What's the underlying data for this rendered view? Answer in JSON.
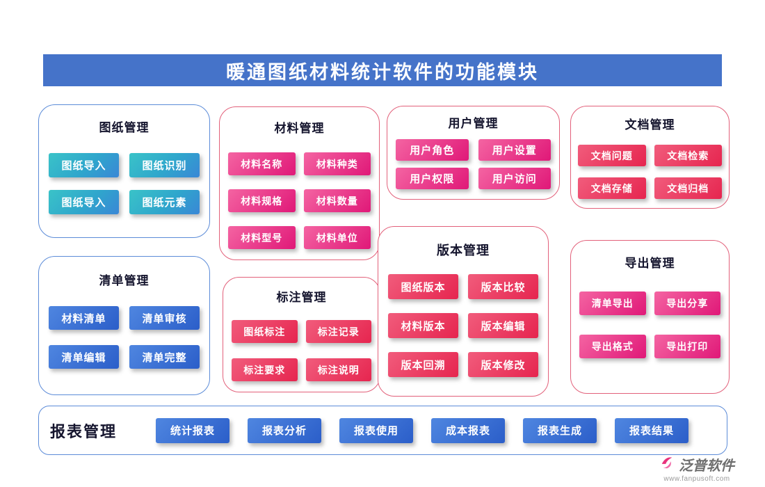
{
  "banner": {
    "title": "暖通图纸材料统计软件的功能模块"
  },
  "modules": [
    {
      "title": "图纸管理",
      "accent": "teal",
      "buttons": [
        "图纸导入",
        "图纸识别",
        "图纸导入",
        "图纸元素"
      ]
    },
    {
      "title": "材料管理",
      "accent": "pink",
      "buttons": [
        "材料名称",
        "材料种类",
        "材料规格",
        "材料数量",
        "材料型号",
        "材料单位"
      ]
    },
    {
      "title": "用户管理",
      "accent": "pink",
      "buttons": [
        "用户角色",
        "用户设置",
        "用户权限",
        "用户访问"
      ]
    },
    {
      "title": "文档管理",
      "accent": "red",
      "buttons": [
        "文档问题",
        "文档检索",
        "文档存储",
        "文档归档"
      ]
    },
    {
      "title": "清单管理",
      "accent": "blue",
      "buttons": [
        "材料清单",
        "清单审核",
        "清单编辑",
        "清单完整"
      ]
    },
    {
      "title": "标注管理",
      "accent": "red",
      "buttons": [
        "图纸标注",
        "标注记录",
        "标注要求",
        "标注说明"
      ]
    },
    {
      "title": "版本管理",
      "accent": "red",
      "buttons": [
        "图纸版本",
        "版本比较",
        "材料版本",
        "版本编辑",
        "版本回溯",
        "版本修改"
      ]
    },
    {
      "title": "导出管理",
      "accent": "pink",
      "buttons": [
        "清单导出",
        "导出分享",
        "导出格式",
        "导出打印"
      ]
    }
  ],
  "report": {
    "title": "报表管理",
    "buttons": [
      "统计报表",
      "报表分析",
      "报表使用",
      "成本报表",
      "报表生成",
      "报表结果"
    ]
  },
  "footer": {
    "brand": "泛普软件",
    "url": "www.fanpusoft.com"
  },
  "palette": {
    "banner_bg": "#4573c9",
    "blue_border": "#5b8bd8",
    "red_border": "#e2607a",
    "teal_gradient_start": "#3ac3c8",
    "teal_gradient_end": "#3a87d6",
    "pink_gradient_start": "#f464a2",
    "pink_gradient_end": "#e01878",
    "red_gradient_start": "#f15c7c",
    "red_gradient_end": "#e6254f",
    "blue_gradient_start": "#4f86e0",
    "blue_gradient_end": "#2b5ec9",
    "title_text": "#15152e",
    "brand_pink": "#e8327c"
  }
}
